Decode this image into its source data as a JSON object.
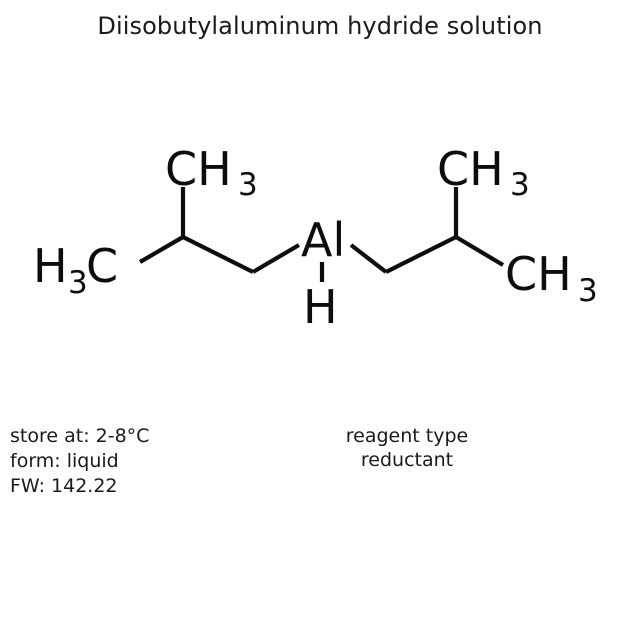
{
  "title": "Diisobutylaluminum hydride solution",
  "structure": {
    "labels": {
      "top_left_methyl": "CH",
      "top_left_methyl_sub": "3",
      "left_methyl": "H",
      "left_methyl_sub": "3",
      "left_methyl_c": "C",
      "center_metal": "Al",
      "hydride": "H",
      "top_right_methyl": "CH",
      "top_right_methyl_sub": "3",
      "right_methyl": "CH",
      "right_methyl_sub": "3"
    },
    "bond_color": "#0d0d0d",
    "description": "diisobutylaluminum hydride skeletal formula"
  },
  "properties": {
    "storage": "store at: 2-8°C",
    "form": "form: liquid",
    "formula_weight": "FW: 142.22"
  },
  "reagent": {
    "type_label": "reagent type",
    "type_value": "reductant"
  }
}
